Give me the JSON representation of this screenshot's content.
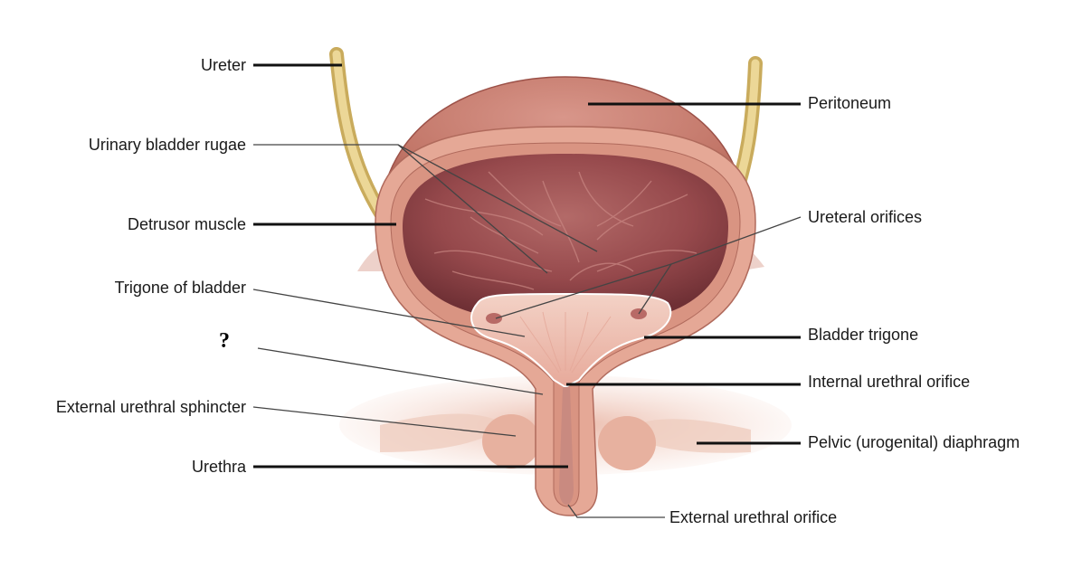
{
  "labels": {
    "ureter": "Ureter",
    "rugae": "Urinary bladder rugae",
    "detrusor": "Detrusor muscle",
    "trigone_of_bladder": "Trigone of bladder",
    "question": "?",
    "ext_sphincter": "External urethral sphincter",
    "urethra": "Urethra",
    "peritoneum": "Peritoneum",
    "ureteral_orifices": "Ureteral orifices",
    "bladder_trigone": "Bladder trigone",
    "internal_orifice": "Internal urethral orifice",
    "pelvic_diaphragm": "Pelvic (urogenital) diaphragm",
    "external_orifice": "External urethral orifice"
  },
  "colors": {
    "peritoneum": "#c97f6f",
    "muscle_wall": "#e3a593",
    "interior": "#9a5254",
    "trigone": "#f1c9bd",
    "ureter": "#e6cf8a",
    "diaphragm": "#edc3b2",
    "leader": "#111111"
  }
}
